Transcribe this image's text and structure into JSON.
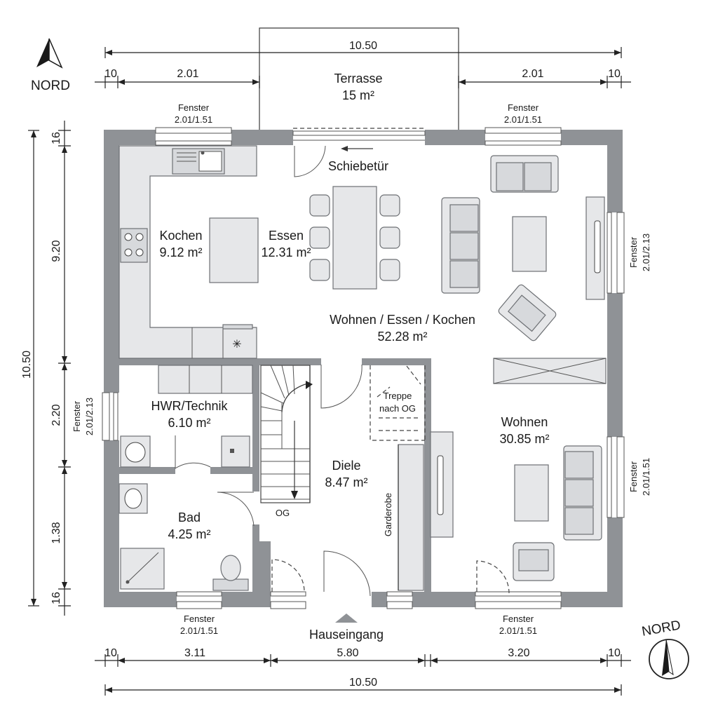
{
  "dimensions": {
    "overall_top": "10.50",
    "overall_bottom": "10.50",
    "overall_left": "10.50",
    "top_left_small": "10",
    "top_left": "2.01",
    "top_right": "2.01",
    "top_right_small": "10",
    "bottom_left_small": "10",
    "bottom_1": "3.11",
    "bottom_2": "5.80",
    "bottom_3": "3.20",
    "bottom_right_small": "10",
    "left_1": "16",
    "left_2": "9.20",
    "left_3": "2.20",
    "left_4": "1.38",
    "left_5": "16"
  },
  "rooms": {
    "terrasse": {
      "name": "Terrasse",
      "area": "15 m²"
    },
    "kochen": {
      "name": "Kochen",
      "area": "9.12 m²"
    },
    "essen": {
      "name": "Essen",
      "area": "12.31 m²"
    },
    "wek": {
      "name": "Wohnen / Essen / Kochen",
      "area": "52.28 m²"
    },
    "hwr": {
      "name": "HWR/Technik",
      "area": "6.10 m²"
    },
    "bad": {
      "name": "Bad",
      "area": "4.25 m²"
    },
    "diele": {
      "name": "Diele",
      "area": "8.47 m²"
    },
    "wohnen": {
      "name": "Wohnen",
      "area": "30.85 m²"
    }
  },
  "labels": {
    "schiebetuer": "Schiebetür",
    "treppe_line1": "Treppe",
    "treppe_line2": "nach OG",
    "og": "OG",
    "garderobe": "Garderobe",
    "hauseingang": "Hauseingang",
    "nord_top": "NORD",
    "nord_bottom": "NORD"
  },
  "windows": {
    "top_left": {
      "label": "Fenster",
      "size": "2.01/1.51"
    },
    "top_right": {
      "label": "Fenster",
      "size": "2.01/1.51"
    },
    "right_upper": {
      "label": "Fenster",
      "size": "2.01/2.13"
    },
    "right_lower": {
      "label": "Fenster",
      "size": "2.01/1.51"
    },
    "left": {
      "label": "Fenster",
      "size": "2.01/2.13"
    },
    "bottom_left": {
      "label": "Fenster",
      "size": "2.01/1.51"
    },
    "bottom_right": {
      "label": "Fenster",
      "size": "2.01/1.51"
    }
  }
}
